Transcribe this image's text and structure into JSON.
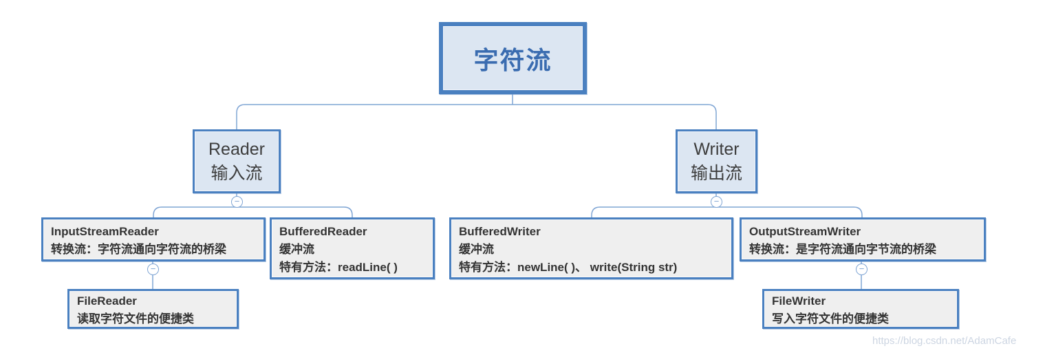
{
  "diagram": {
    "root": {
      "label": "字符流"
    },
    "reader": {
      "title": "Reader",
      "subtitle": "输入流"
    },
    "writer": {
      "title": "Writer",
      "subtitle": "输出流"
    },
    "input_stream_reader": {
      "title": "InputStreamReader",
      "desc": "转换流：字符流通向字符流的桥梁"
    },
    "buffered_reader": {
      "title": "BufferedReader",
      "line2": "缓冲流",
      "line3": "特有方法：readLine( )"
    },
    "buffered_writer": {
      "title": "BufferedWriter",
      "line2": "缓冲流",
      "line3": "特有方法：newLine( )、 write(String str)"
    },
    "output_stream_writer": {
      "title": "OutputStreamWriter",
      "desc": "转换流：是字符流通向字节流的桥梁"
    },
    "file_reader": {
      "title": "FileReader",
      "desc": "读取字符文件的便捷类"
    },
    "file_writer": {
      "title": "FileWriter",
      "desc": "写入字符文件的便捷类"
    }
  },
  "icons": {
    "collapse_glyph": "−"
  },
  "colors": {
    "node_border": "#4a80c0",
    "blue_fill": "#dce6f2",
    "gray_fill": "#efefef",
    "root_text": "#3a6cb0",
    "body_text": "#333333",
    "connector": "#7fa5d4",
    "watermark": "#ccd5e2"
  },
  "watermark": {
    "text": "https://blog.csdn.net/AdamCafe"
  }
}
